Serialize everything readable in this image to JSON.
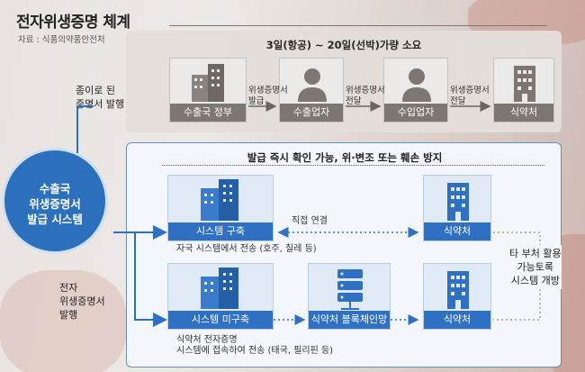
{
  "title": "전자위생증명 체계",
  "source": "자료 : 식품의약품안전처",
  "paper_section": {
    "caption": "3일(항공) ~ 20일(선박)가량 소요",
    "side_label": [
      "종이로 된",
      "증명서 발행"
    ],
    "steps": [
      "수출국 정부",
      "수출업자",
      "수입업자",
      "식약처"
    ],
    "arrows": [
      [
        "위생증명서",
        "발급"
      ],
      [
        "위생증명서",
        "전달"
      ],
      [
        "위생증명서",
        "전달"
      ]
    ]
  },
  "center_label": [
    "수출국",
    "위생증명서",
    "발급 시스템"
  ],
  "electronic_section": {
    "caption": "발급 즉시 확인 가능, 위·변조 또는 훼손 방지",
    "side_label": [
      "전자",
      "위생증명서",
      "발행"
    ],
    "row1": {
      "left": "시스템 구축",
      "right": "식약처",
      "link": "직접 연결",
      "note": "자국 시스템에서 전송 (호주, 칠레 등)"
    },
    "row2": {
      "left": "시스템 미구축",
      "middle": "식약처 블록체인망",
      "right": "식약처",
      "note": [
        "식약처 전자증명",
        "시스템에 접속하여 전송 (태국, 필리핀 등)"
      ]
    },
    "right_note": [
      "타 부처 활용",
      "가능토록",
      "시스템 개방"
    ]
  },
  "colors": {
    "accent": "#2f70c2",
    "paper_label": "#7d7672",
    "circle": "#2c6fbd"
  },
  "icons": [
    "building-icon",
    "person-icon",
    "person-icon",
    "office-icon",
    "building-icon",
    "office-icon",
    "building-icon",
    "server-icon",
    "office-icon"
  ]
}
